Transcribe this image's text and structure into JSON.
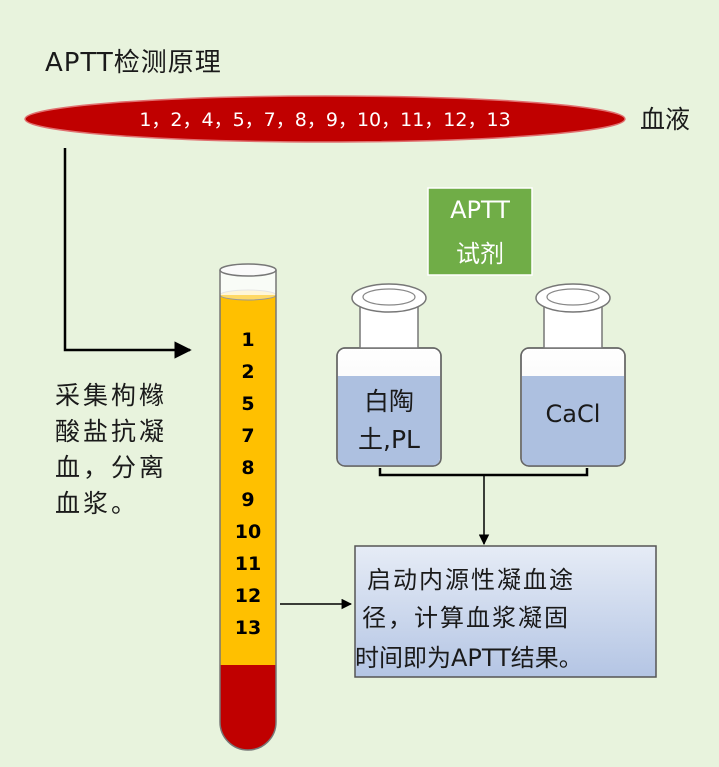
{
  "title": "APTT检测原理",
  "blood": {
    "factors": "1，2，4，5，7，8，9，10，11，12，13",
    "label": "血液"
  },
  "collect_text": "采集枸橼\n酸盐抗凝\n血，分离\n血浆。",
  "tube": {
    "factors": [
      "1",
      "2",
      "5",
      "7",
      "8",
      "9",
      "10",
      "11",
      "12",
      "13"
    ]
  },
  "reagent": {
    "label_line1": "APTT",
    "label_line2": "试剂",
    "bottle1_line1": "白陶",
    "bottle1_line2": "土,PL",
    "bottle2": "CaCl"
  },
  "result": {
    "line1": "启动内源性凝血途",
    "line2": "径，计算血浆凝固",
    "line3": "时间即为APTT结果。"
  },
  "colors": {
    "background": "#e8f3dd",
    "blood_red": "#c00000",
    "plasma_yellow": "#ffc000",
    "reagent_green": "#70ad47",
    "bottle_liquid": "#adc0e0",
    "result_box": "#c9d5ea"
  }
}
